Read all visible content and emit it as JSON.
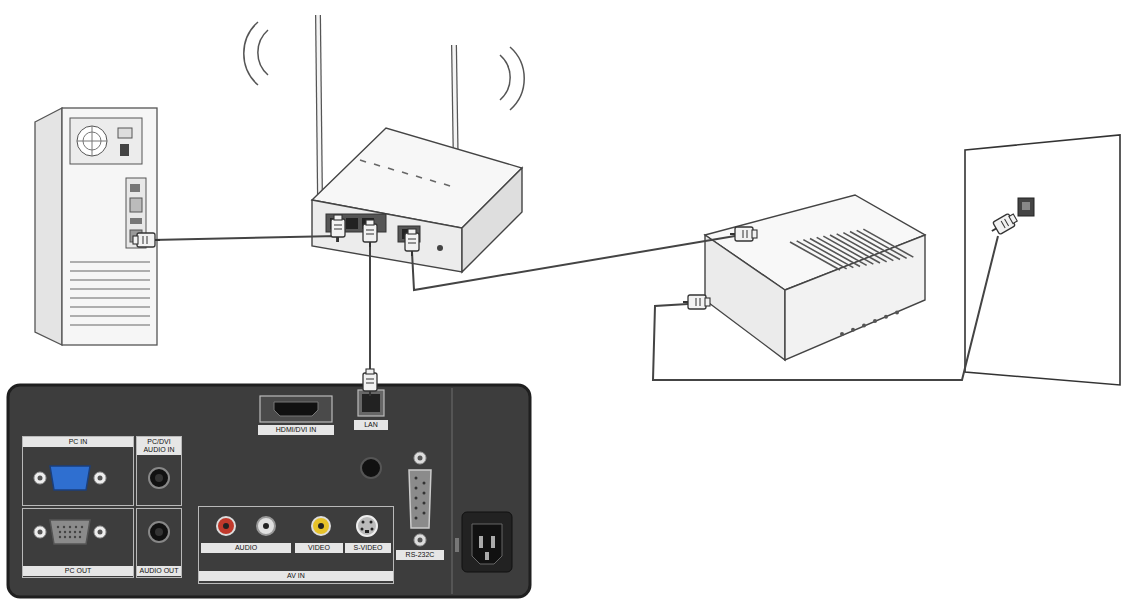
{
  "diagram": {
    "nodes": [
      {
        "text": [
          "PC IN"
        ]
      },
      {
        "text": [
          "PC/DVI AUDIO IN"
        ]
      },
      {
        "text": [
          "PC OUT"
        ]
      },
      {
        "text": [
          "AUDIO OUT"
        ]
      },
      {
        "text": [
          "AUDIO",
          "VIDEO",
          "S-VIDEO",
          "AV IN"
        ]
      }
    ],
    "labels": [
      "HDMI/DVI IN",
      "LAN",
      "RS-232C"
    ]
  }
}
